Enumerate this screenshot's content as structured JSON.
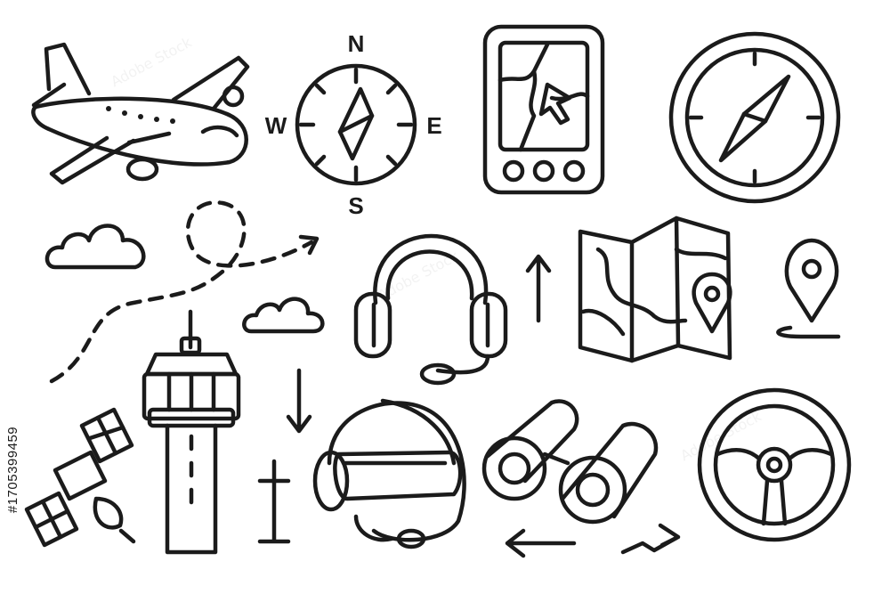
{
  "compass": {
    "north": "N",
    "east": "E",
    "south": "S",
    "west": "W"
  },
  "stock_id": "#1705399459",
  "watermark": "Adobe Stock",
  "icons": [
    "airplane-icon",
    "rose-compass-icon",
    "gps-device-icon",
    "compass-icon",
    "cloud-icon",
    "flight-path-icon",
    "headset-icon",
    "up-arrow-icon",
    "folded-map-icon",
    "location-pin-icon",
    "control-tower-icon",
    "down-arrow-icon",
    "pilot-helmet-icon",
    "binoculars-icon",
    "steering-wheel-icon",
    "satellite-icon",
    "left-arrow-icon",
    "zigzag-arrow-icon"
  ],
  "colors": {
    "ink": "#1b1b1b",
    "background": "#ffffff"
  }
}
